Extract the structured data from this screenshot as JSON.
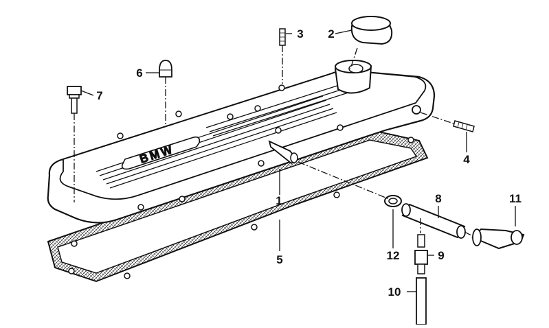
{
  "diagram": {
    "brand_emblem_text": "BMW",
    "callouts": [
      {
        "id": "1",
        "label": "1"
      },
      {
        "id": "2",
        "label": "2"
      },
      {
        "id": "3",
        "label": "3"
      },
      {
        "id": "4",
        "label": "4"
      },
      {
        "id": "5",
        "label": "5"
      },
      {
        "id": "6",
        "label": "6"
      },
      {
        "id": "7",
        "label": "7"
      },
      {
        "id": "8",
        "label": "8"
      },
      {
        "id": "9",
        "label": "9"
      },
      {
        "id": "10",
        "label": "10"
      },
      {
        "id": "11",
        "label": "11"
      },
      {
        "id": "12",
        "label": "12"
      }
    ],
    "colors": {
      "ink": "#111111",
      "background": "#ffffff",
      "gasket_fill": "#d9d9d9"
    }
  }
}
